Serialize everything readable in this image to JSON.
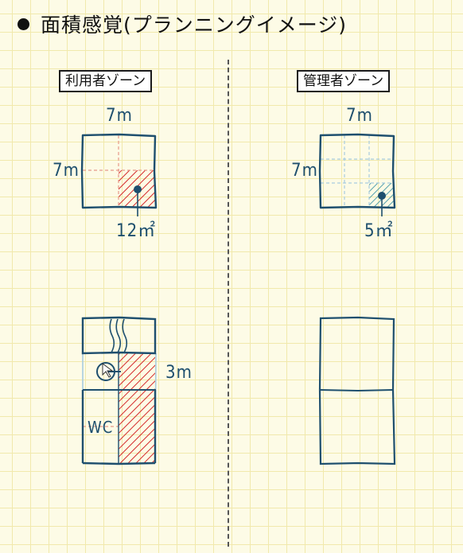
{
  "title": "面積感覚(プランニングイメージ)",
  "zones": {
    "user": {
      "label": "利用者ゾーン",
      "width_label": "7m",
      "height_label": "7m",
      "area_label": "12㎡",
      "corridor_label": "3m",
      "wc_label": "WC"
    },
    "admin": {
      "label": "管理者ゾーン",
      "width_label": "7m",
      "height_label": "7m",
      "area_label": "5㎡"
    }
  },
  "colors": {
    "ink": "#1e4f6e",
    "red_hatch": "#d42a2a",
    "blue_hatch": "#2a8aa0",
    "guide_red": "#e79a8a",
    "guide_blue": "#a8cce0"
  }
}
